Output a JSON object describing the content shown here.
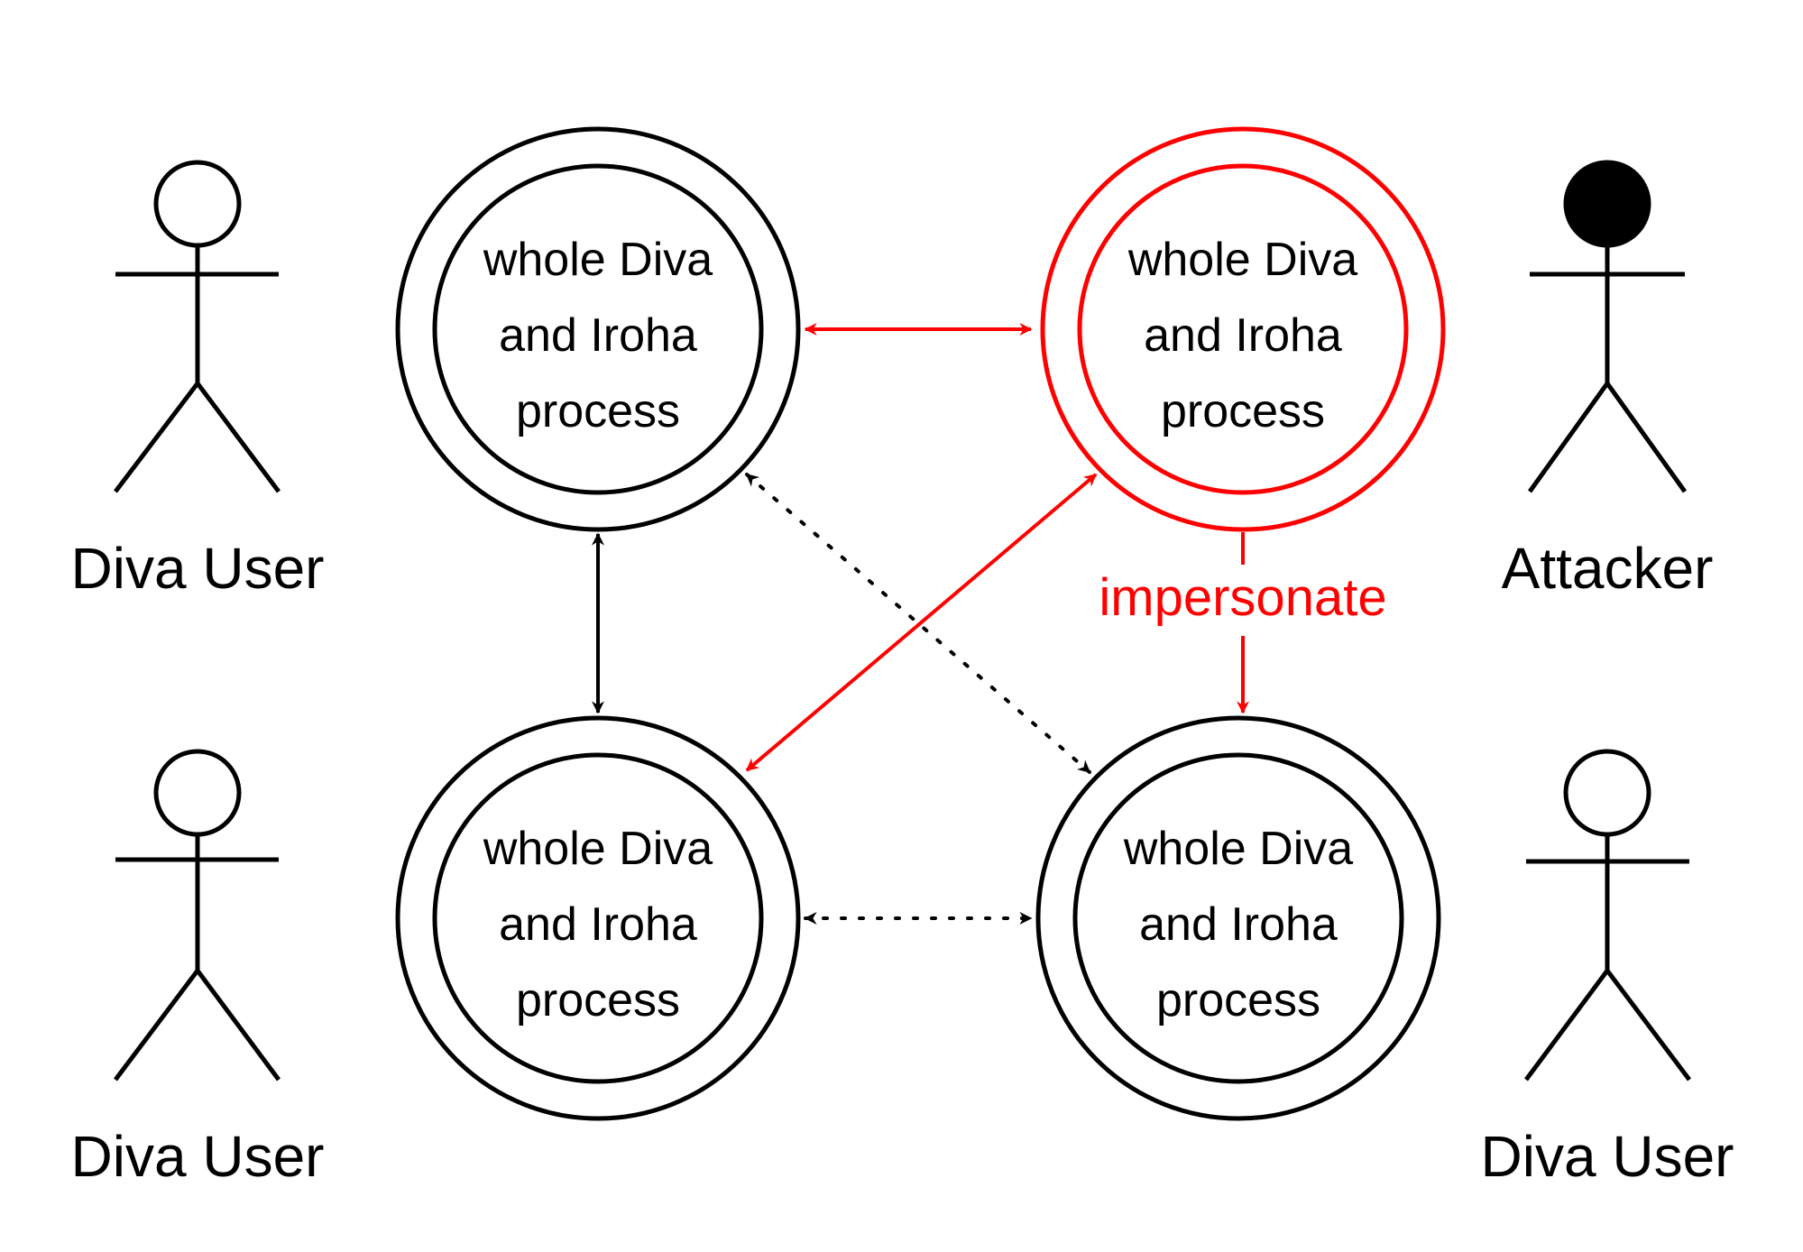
{
  "actors": [
    {
      "id": "user-top-left",
      "label": "Diva User",
      "role": "user"
    },
    {
      "id": "attacker-top-right",
      "label": "Attacker",
      "role": "attacker"
    },
    {
      "id": "user-bottom-left",
      "label": "Diva User",
      "role": "user"
    },
    {
      "id": "user-bottom-right",
      "label": "Diva User",
      "role": "user"
    }
  ],
  "nodes": [
    {
      "id": "node-top-left",
      "lines": [
        "whole Diva",
        "and Iroha",
        "process"
      ],
      "color": "#000000"
    },
    {
      "id": "node-top-right",
      "lines": [
        "whole Diva",
        "and Iroha",
        "process"
      ],
      "color": "#ff0000"
    },
    {
      "id": "node-bottom-left",
      "lines": [
        "whole Diva",
        "and Iroha",
        "process"
      ],
      "color": "#000000"
    },
    {
      "id": "node-bottom-right",
      "lines": [
        "whole Diva",
        "and Iroha",
        "process"
      ],
      "color": "#000000"
    }
  ],
  "edges": [
    {
      "id": "edge-tl-tr",
      "from": "node-top-left",
      "to": "node-top-right",
      "style": "solid",
      "color": "#ff0000",
      "bidirectional": true
    },
    {
      "id": "edge-tl-bl",
      "from": "node-top-left",
      "to": "node-bottom-left",
      "style": "solid",
      "color": "#000000",
      "bidirectional": true
    },
    {
      "id": "edge-tr-bl",
      "from": "node-top-right",
      "to": "node-bottom-left",
      "style": "solid",
      "color": "#ff0000",
      "bidirectional": true
    },
    {
      "id": "edge-tl-br",
      "from": "node-top-left",
      "to": "node-bottom-right",
      "style": "dotted",
      "color": "#000000",
      "bidirectional": true
    },
    {
      "id": "edge-bl-br",
      "from": "node-bottom-left",
      "to": "node-bottom-right",
      "style": "dotted",
      "color": "#000000",
      "bidirectional": true
    },
    {
      "id": "edge-impersonate",
      "from": "node-top-right",
      "to": "node-bottom-right",
      "style": "solid",
      "color": "#ff0000",
      "bidirectional": false,
      "label": "impersonate"
    }
  ],
  "colors": {
    "normal": "#000000",
    "attack": "#ff0000",
    "background": "#ffffff"
  }
}
